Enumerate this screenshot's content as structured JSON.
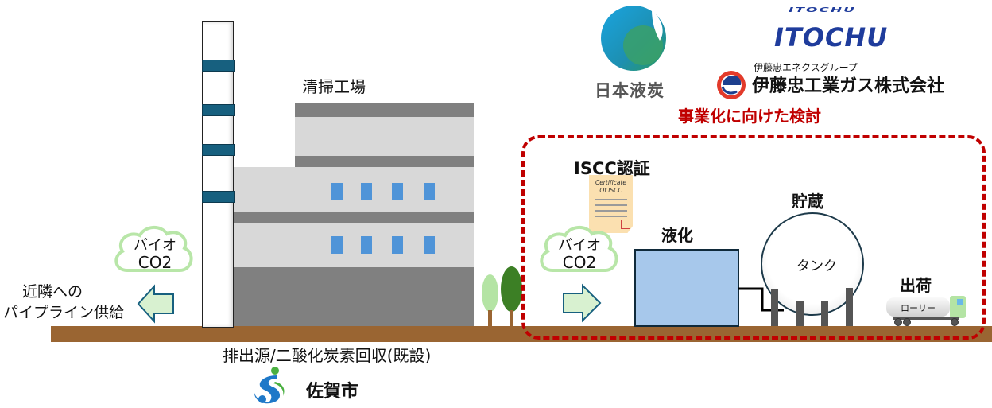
{
  "facility": {
    "plant_label": "清掃工場",
    "source_label": "排出源/二酸化炭素回収(既設)",
    "city_name": "佐賀市"
  },
  "left_flow": {
    "cloud_line1": "バイオ",
    "cloud_line2": "CO2",
    "pipeline_line1": "近隣への",
    "pipeline_line2": "パイプライン供給"
  },
  "right_flow": {
    "cloud_line1": "バイオ",
    "cloud_line2": "CO2"
  },
  "partners": {
    "nippon_ekitan": "日本液炭",
    "itochu_top": "ITOCHU",
    "itochu_group": "伊藤忠エネクスグループ",
    "itochu_gas": "伊藤忠工業ガス株式会社"
  },
  "business_study": {
    "title": "事業化に向けた検討",
    "accent_color": "#c00000"
  },
  "iscc": {
    "label": "ISCC認証",
    "cert_line1": "Certificate",
    "cert_line2": "Of ISCC"
  },
  "process": {
    "liquefaction": "液化",
    "storage": "貯蔵",
    "tank_label": "タンク",
    "shipping": "出荷",
    "truck_label": "ローリー"
  }
}
